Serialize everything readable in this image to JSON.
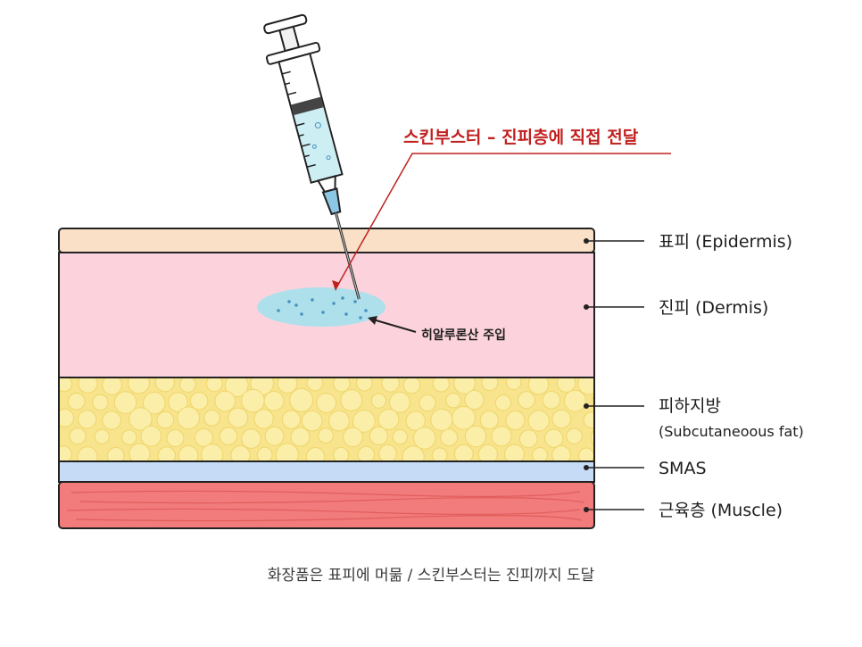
{
  "headline": {
    "text": "스킨부스터 – 진피층에 직접 전달",
    "color": "#c0201f"
  },
  "injection_label": "히알루론산 주입",
  "layers": [
    {
      "id": "epidermis",
      "label": "표피 (Epidermis)",
      "sublabel": "",
      "color": "#fbe0c8"
    },
    {
      "id": "dermis",
      "label": "진피 (Dermis)",
      "sublabel": "",
      "color": "#fcd3dc"
    },
    {
      "id": "subcutaneous",
      "label": "피하지방",
      "sublabel": "(Subcutaneoous fat)",
      "color": "#f7e48c"
    },
    {
      "id": "smas",
      "label": "SMAS",
      "sublabel": "",
      "color": "#c6dcf6"
    },
    {
      "id": "muscle",
      "label": "근육층 (Muscle)",
      "sublabel": "",
      "color": "#f27b7b"
    }
  ],
  "caption": "화장품은 표피에 머묾 / 스킨부스터는 진피까지 도달",
  "colors": {
    "outline": "#222222",
    "hyaluronic": "#aee0ec",
    "syringe_fluid": "#cdeef3",
    "needle_hub": "#8cc8e6"
  }
}
